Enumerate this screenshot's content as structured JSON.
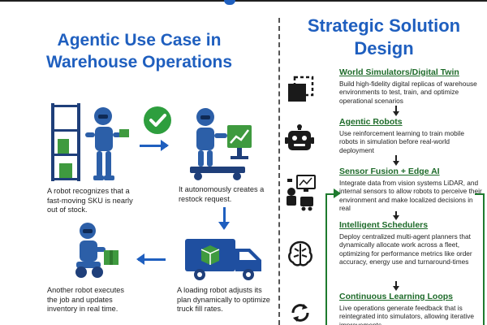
{
  "left": {
    "title_line1": "Agentic Use Case in",
    "title_line2": "Warehouse Operations",
    "captions": [
      "A robot recognizes that a fast-moving SKU is nearly out of stock.",
      "It autonomously creates a restock request.",
      "A loading robot adjusts its plan dynamically to optimize truck fill rates.",
      "Another robot executes the job and updates inventory in real time."
    ]
  },
  "right": {
    "title_line1": "Strategic Solution",
    "title_line2": "Design",
    "steps": [
      {
        "heading": "World Simulators/Digital Twin",
        "text": "Build high-fidelity digital replicas of warehouse environments to test, train, and optimize operational scenarios"
      },
      {
        "heading": "Agentic Robots",
        "text": "Use reinforcement learning to train mobile robots in simulation before real-world deployment"
      },
      {
        "heading": "Sensor Fusion + Edge AI",
        "text": "Integrate data from vision systems LiDAR, and internal sensors to allow robots to perceive their environment and make localized decisions in real"
      },
      {
        "heading": "Intelligent Schedulers",
        "text": "Deploy centralized multi-agent planners that dynamically allocate work across a fleet, optimizing for performance metrics like order accuracy, energy use and turnaround-times"
      },
      {
        "heading": "Continuous Learning Loops",
        "text": "Live operations generate feedback that is reintegrated into simulators, allowing iterative improvements"
      }
    ]
  },
  "colors": {
    "title_blue": "#1f5fbf",
    "heading_green": "#1e6b2a",
    "check_green": "#2e9e3e",
    "box_green": "#3f9a3f",
    "robot_blue": "#2c5fa8"
  }
}
